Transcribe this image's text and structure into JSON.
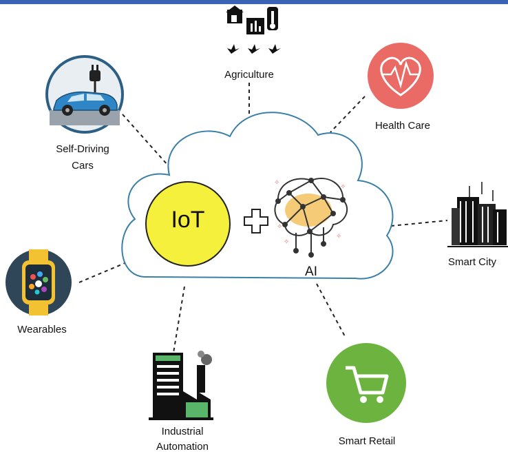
{
  "center": {
    "iot_label": "IoT",
    "ai_label": "AI"
  },
  "nodes": {
    "agriculture": "Agriculture",
    "health_care": "Health Care",
    "self_driving_line1": "Self-Driving",
    "self_driving_line2": "Cars",
    "smart_city": "Smart City",
    "wearables": "Wearables",
    "industrial_line1": "Industrial",
    "industrial_line2": "Automation",
    "smart_retail": "Smart Retail"
  },
  "colors": {
    "top_bar": "#3a63b5",
    "cloud_stroke": "#3a7fa8",
    "iot_circle": "#f4f03c",
    "health_circle": "#ea6a66",
    "retail_circle": "#6cb33f",
    "car_circle_bg": "#e9eef2",
    "car_body": "#2f86c6",
    "brain_accent": "#f1b94b",
    "watch_strap": "#f2c233",
    "factory_green": "#58b56a"
  },
  "icons": [
    "farm-icon",
    "heart-pulse-icon",
    "car-plug-icon",
    "city-buildings-icon",
    "smartwatch-icon",
    "factory-icon",
    "shopping-cart-icon",
    "ai-brain-icon",
    "plus-icon"
  ]
}
